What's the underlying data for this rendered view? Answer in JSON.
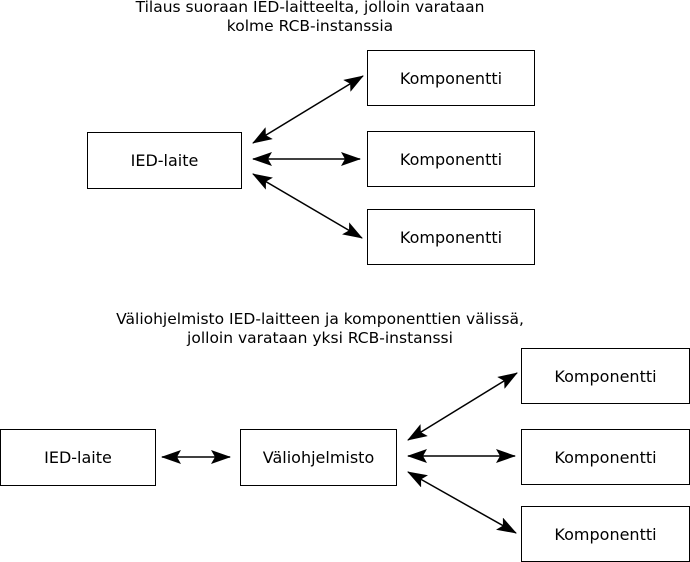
{
  "top": {
    "caption_line1": "Tilaus suoraan IED-laitteelta,  jolloin varataan",
    "caption_line2": "kolme RCB-instanssia",
    "device_label": "IED-laite",
    "components": [
      "Komponentti",
      "Komponentti",
      "Komponentti"
    ]
  },
  "bottom": {
    "caption_line1": "Väliohjelmisto IED-laitteen ja komponenttien välissä,",
    "caption_line2": "jolloin varataan yksi RCB-instanssi",
    "device_label": "IED-laite",
    "middleware_label": "Väliohjelmisto",
    "components": [
      "Komponentti",
      "Komponentti",
      "Komponentti"
    ]
  }
}
